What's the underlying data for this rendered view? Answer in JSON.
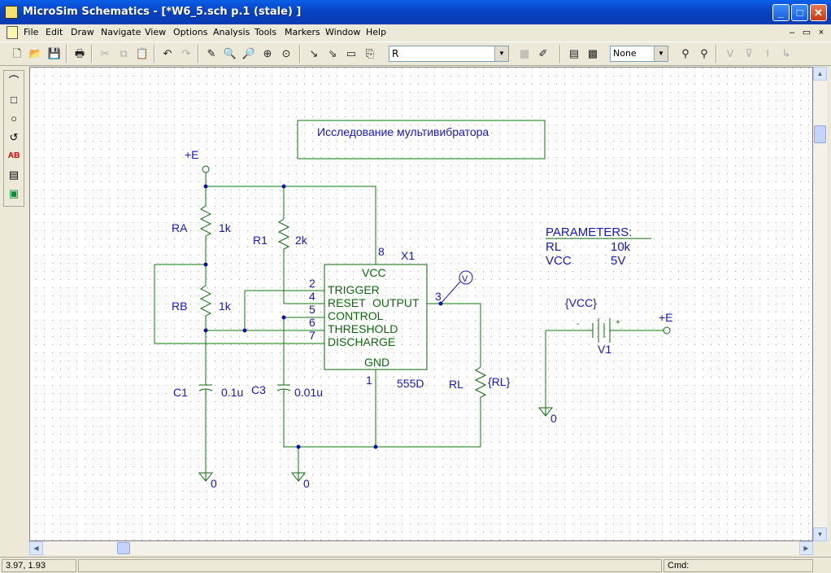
{
  "window": {
    "title": "MicroSim Schematics - [*W6_5.sch  p.1 (stale)  ]",
    "minimize": "_",
    "maximize": "□",
    "close": "✕"
  },
  "menu": [
    "File",
    "Edit",
    "Draw",
    "Navigate",
    "View",
    "Options",
    "Analysis",
    "Tools",
    "Markers",
    "Window",
    "Help"
  ],
  "mdi_controls": [
    "–",
    "▭",
    "×"
  ],
  "toolbar": {
    "part_combo": "R",
    "none_combo": "None"
  },
  "schematic": {
    "title_box": "Исследование мультивибратора",
    "parameters": {
      "header": "PARAMETERS:",
      "rl_name": "RL",
      "rl_value": "10k",
      "vcc_name": "VCC",
      "vcc_value": "5V"
    },
    "nets": {
      "vcc_top": "+E",
      "vcc_right": "+E",
      "gnd_c1": "0",
      "gnd_c3": "0",
      "gnd_v1": "0"
    },
    "ra": {
      "name": "RA",
      "value": "1k"
    },
    "rb": {
      "name": "RB",
      "value": "1k"
    },
    "r1": {
      "name": "R1",
      "value": "2k"
    },
    "c1": {
      "name": "C1",
      "value": "0.1u"
    },
    "c3": {
      "name": "C3",
      "value": "0.01u"
    },
    "rl": {
      "name": "RL",
      "value": "{RL}"
    },
    "v1": {
      "name": "V1",
      "value": "{VCC}",
      "minus": "-",
      "plus": "+"
    },
    "ic": {
      "ref": "X1",
      "part": "555D",
      "vcc": "VCC",
      "gnd": "GND",
      "pins": {
        "trigger": "TRIGGER",
        "reset": "RESET",
        "output": "OUTPUT",
        "control": "CONTROL",
        "threshold": "THRESHOLD",
        "discharge": "DISCHARGE"
      },
      "pin_numbers": {
        "vcc": "8",
        "trigger": "2",
        "reset": "4",
        "control": "5",
        "threshold": "6",
        "discharge": "7",
        "output": "3",
        "gnd": "1"
      }
    },
    "marker": "V"
  },
  "status": {
    "coords": "3.97,  1.93",
    "cmd": "Cmd:"
  },
  "colors": {
    "wire": "#0a7a0a",
    "component": "#0a6a0a",
    "text": "#1515c8",
    "junction": "#1010b0",
    "grid": "#9c9c9c"
  }
}
